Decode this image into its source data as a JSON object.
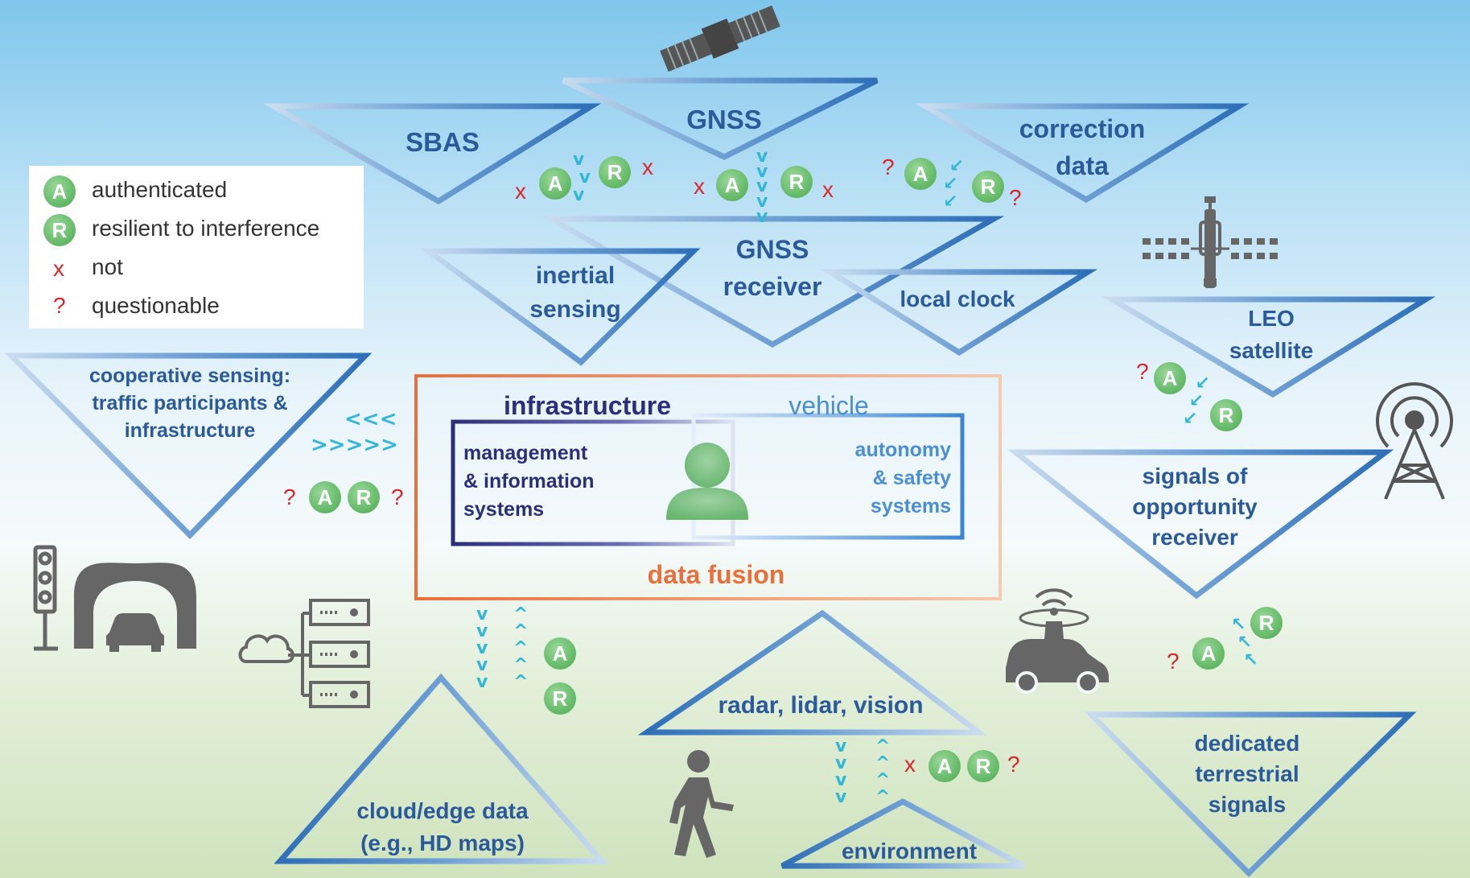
{
  "legend": {
    "authenticated": "authenticated",
    "resilient": "resilient to interference",
    "not": "not",
    "questionable": "questionable",
    "badge_a": "A",
    "badge_r": "R",
    "mark_x": "x",
    "mark_q": "?"
  },
  "labels": {
    "sbas": "SBAS",
    "gnss": "GNSS",
    "correction_1": "correction",
    "correction_2": "data",
    "gnss_receiver_1": "GNSS",
    "gnss_receiver_2": "receiver",
    "inertial_1": "inertial",
    "inertial_2": "sensing",
    "local_clock": "local clock",
    "leo_1": "LEO",
    "leo_2": "satellite",
    "coop_1": "cooperative sensing:",
    "coop_2": "traffic participants &",
    "coop_3": "infrastructure",
    "sop_1": "signals of",
    "sop_2": "opportunity",
    "sop_3": "receiver",
    "infrastructure": "infrastructure",
    "vehicle": "vehicle",
    "mgmt_1": "management",
    "mgmt_2": "& information",
    "mgmt_3": "systems",
    "auto_1": "autonomy",
    "auto_2": "& safety",
    "auto_3": "systems",
    "data_fusion": "data fusion",
    "radar": "radar, lidar, vision",
    "environment": "environment",
    "cloud_1": "cloud/edge data",
    "cloud_2": "(e.g., HD maps)",
    "terr_1": "dedicated",
    "terr_2": "terrestrial",
    "terr_3": "signals"
  },
  "coop_arrows": {
    "left": "<<<",
    "right": ">>>>>"
  },
  "colors": {
    "triangle": "#2e6fb8",
    "infrastructure": "#2b2f7a",
    "vehicle": "#4a8fd4",
    "data_fusion": "#e9703a",
    "badge": "#6bbf6e",
    "mark": "#d9262a",
    "arrow": "#34b7d6",
    "icon": "#666666"
  },
  "icons": [
    "satellite-icon",
    "leo-satellite-icon",
    "radio-tower-icon",
    "traffic-light-icon",
    "tunnel-car-icon",
    "cloud-server-icon",
    "radar-car-icon",
    "pedestrian-icon",
    "person-icon"
  ]
}
